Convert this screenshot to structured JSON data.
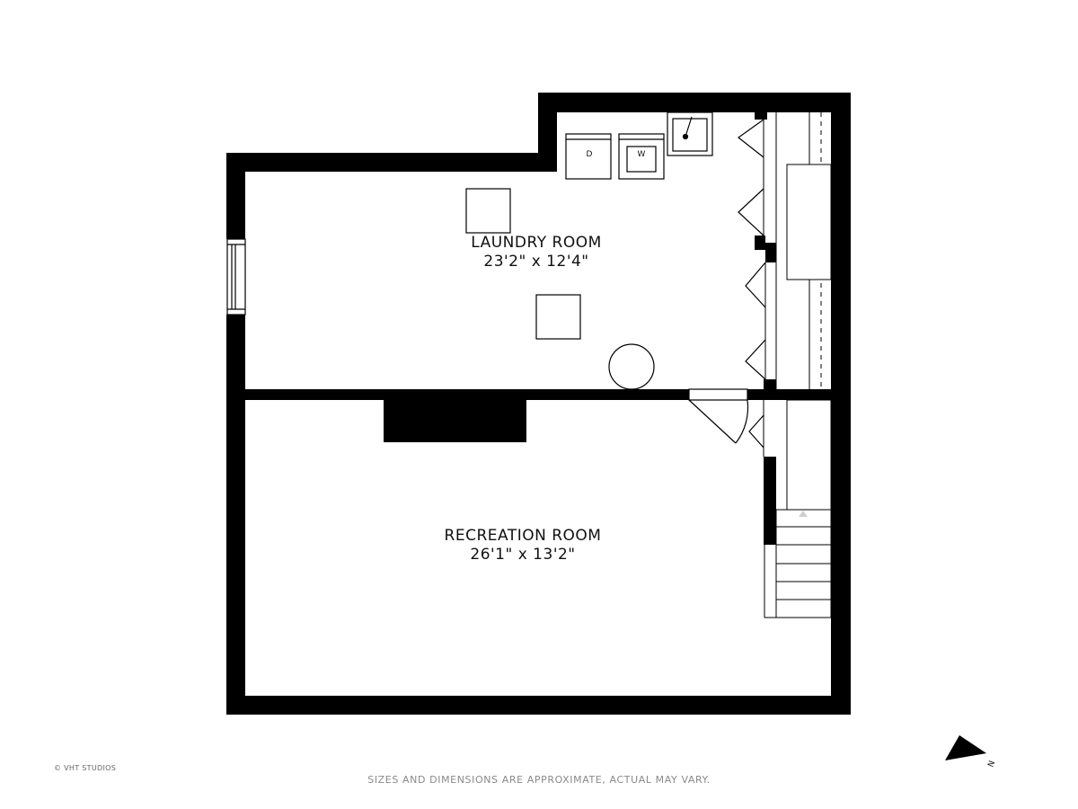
{
  "rooms": {
    "laundry": {
      "name": "LAUNDRY ROOM",
      "dimensions": "23'2\" x 12'4\""
    },
    "recreation": {
      "name": "RECREATION ROOM",
      "dimensions": "26'1\" x 13'2\""
    }
  },
  "appliances": {
    "dryer_label": "D",
    "washer_label": "W"
  },
  "footer": {
    "copyright": "© VHT STUDIOS",
    "disclaimer": "SIZES AND DIMENSIONS ARE APPROXIMATE, ACTUAL MAY VARY."
  },
  "compass": {
    "north_label": "N",
    "icon": "north-arrow-icon"
  },
  "colors": {
    "wall": "#000000",
    "background": "#ffffff",
    "disclaimer_text": "#8a8a8a"
  }
}
